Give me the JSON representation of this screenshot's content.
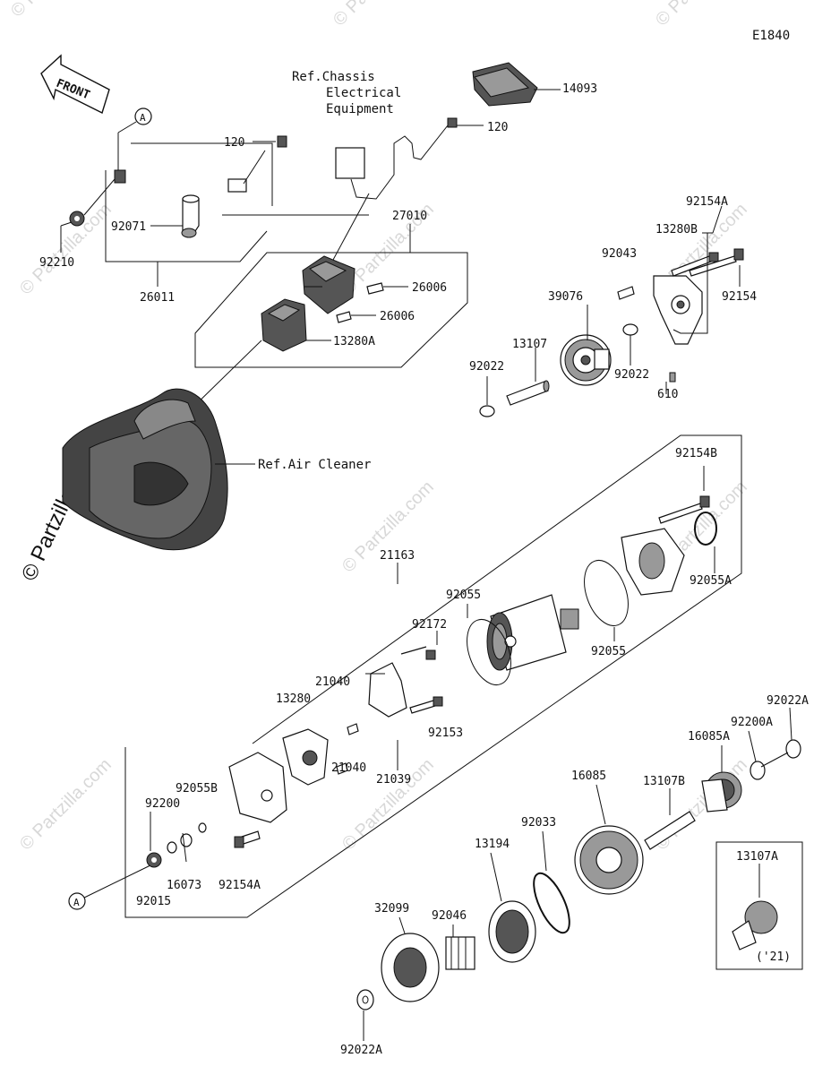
{
  "diagram_code": "E1840",
  "front_label": "FRONT",
  "watermark": "© Partzilla.com",
  "refs": {
    "chassis_line1": "Ref.Chassis",
    "chassis_line2": "Electrical",
    "chassis_line3": "Equipment",
    "air_cleaner": "Ref.Air Cleaner"
  },
  "callout_a": "A",
  "year_note": "('21)",
  "parts": [
    "14093",
    "120",
    "120",
    "92071",
    "92210",
    "26011",
    "27010",
    "26006",
    "26006",
    "13280A",
    "92154A",
    "13280B",
    "92043",
    "92154",
    "39076",
    "13107",
    "92022",
    "92022",
    "610",
    "92154B",
    "92055A",
    "21163",
    "92055",
    "92055",
    "92172",
    "21040",
    "21040",
    "13280",
    "92153",
    "21039",
    "92055B",
    "92200",
    "16073",
    "92154A",
    "92015",
    "92022A",
    "92200A",
    "16085A",
    "16085",
    "13107B",
    "13107A",
    "92033",
    "13194",
    "92046",
    "32099",
    "92022A"
  ]
}
